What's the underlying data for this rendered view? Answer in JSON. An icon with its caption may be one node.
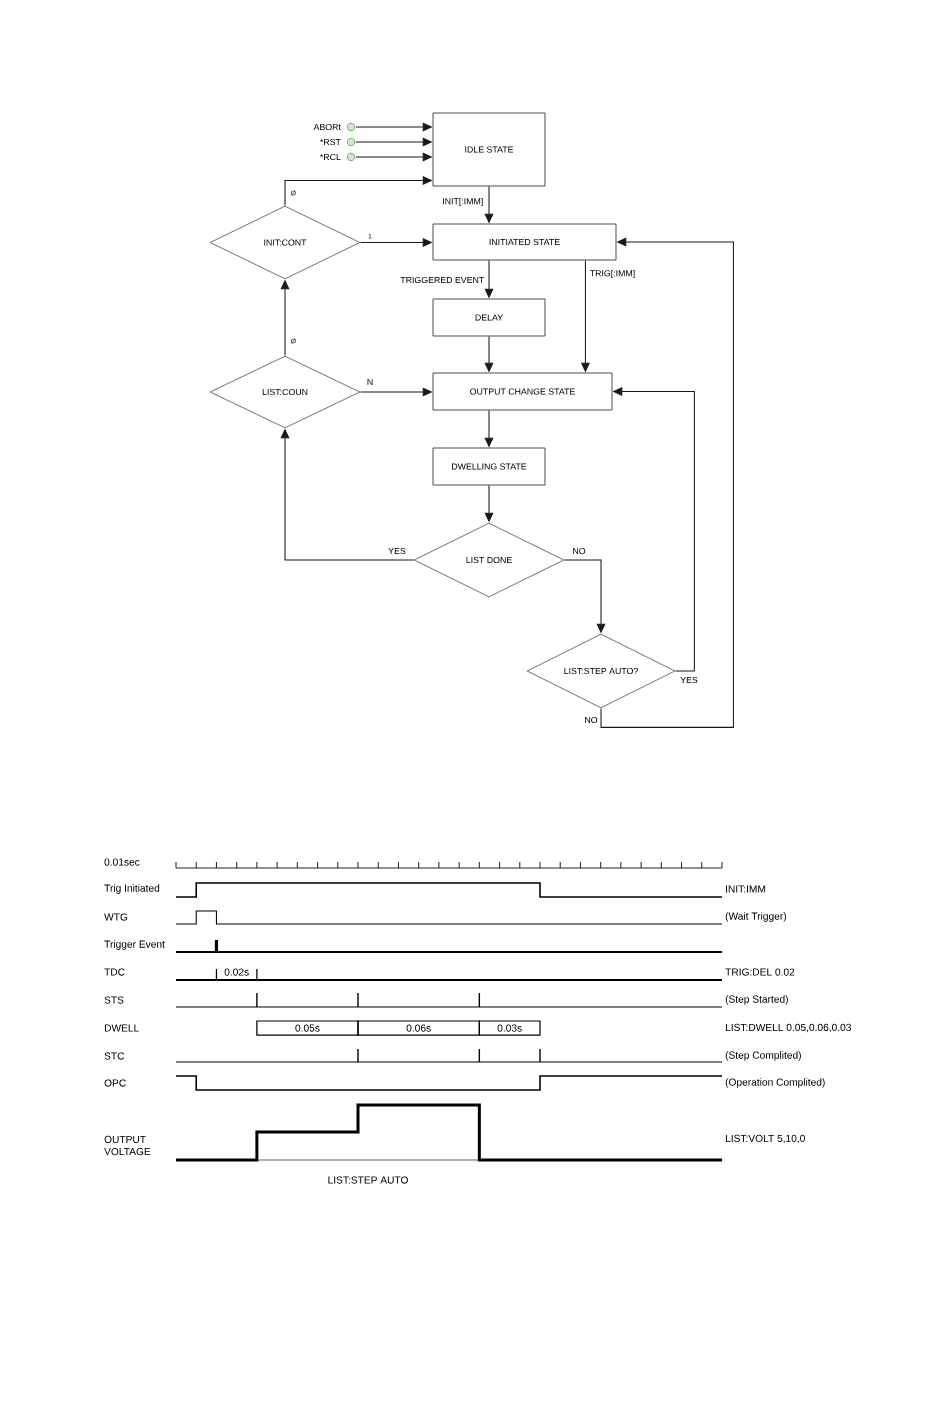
{
  "diagram": {
    "nodes": [
      {
        "text": [
          "ABORt"
        ]
      },
      {
        "text": [
          "*RST"
        ]
      },
      {
        "text": [
          "*RCL"
        ]
      },
      {
        "text": [
          "IDLE STATE"
        ]
      },
      {
        "text": [
          "INIT:CONT"
        ]
      },
      {
        "text": [
          "INITIATED STATE"
        ]
      },
      {
        "text": [
          "DELAY"
        ]
      },
      {
        "text": [
          "LIST:COUN"
        ]
      },
      {
        "text": [
          "OUTPUT CHANGE STATE"
        ]
      },
      {
        "text": [
          "DWELLING STATE"
        ]
      },
      {
        "text": [
          "LIST DONE"
        ]
      },
      {
        "text": [
          "LIST:STEP AUTO?"
        ]
      }
    ],
    "edges": [
      {
        "from": 0,
        "to": 3,
        "arrow": "to"
      },
      {
        "from": 1,
        "to": 3,
        "arrow": "to"
      },
      {
        "from": 2,
        "to": 3,
        "arrow": "to"
      },
      {
        "from": 4,
        "to": 3,
        "arrow": "to",
        "label": "Ø"
      },
      {
        "from": 3,
        "to": 5,
        "arrow": "to",
        "label": "INIT[:IMM]"
      },
      {
        "from": 4,
        "to": 5,
        "arrow": "to",
        "label": "1"
      },
      {
        "from": 5,
        "to": 6,
        "arrow": "to",
        "label": "TRIGGERED EVENT"
      },
      {
        "from": 5,
        "to": 8,
        "arrow": "to",
        "label": "TRIG[:IMM]"
      },
      {
        "from": 6,
        "to": 8,
        "arrow": "to"
      },
      {
        "from": 7,
        "to": 8,
        "arrow": "to",
        "label": "N"
      },
      {
        "from": 7,
        "to": 4,
        "arrow": "to",
        "label": "Ø"
      },
      {
        "from": 8,
        "to": 9,
        "arrow": "to"
      },
      {
        "from": 9,
        "to": 10,
        "arrow": "to"
      },
      {
        "from": 10,
        "to": 7,
        "arrow": "to",
        "label": "YES"
      },
      {
        "from": 10,
        "to": 11,
        "arrow": "to",
        "label": "NO"
      },
      {
        "from": 11,
        "to": 8,
        "arrow": "to",
        "label": "YES"
      },
      {
        "from": 11,
        "to": 5,
        "arrow": "to",
        "label": "NO"
      }
    ],
    "labels": [
      "0.01sec",
      "Trig Initiated",
      "INIT:IMM",
      "WTG",
      "(Wait Trigger)",
      "Trigger Event",
      "TDC",
      "0.02s",
      "TRIG:DEL 0.02",
      "STS",
      "(Step Started)",
      "DWELL",
      "0.05s",
      "0.06s",
      "0.03s",
      "LIST:DWELL 0.05,0.06,0.03",
      "STC",
      "(Step Complited)",
      "OPC",
      "(Operation Complited)",
      "OUTPUT VOLTAGE",
      "LIST:VOLT 5,10,0",
      "LIST:STEP AUTO"
    ]
  }
}
